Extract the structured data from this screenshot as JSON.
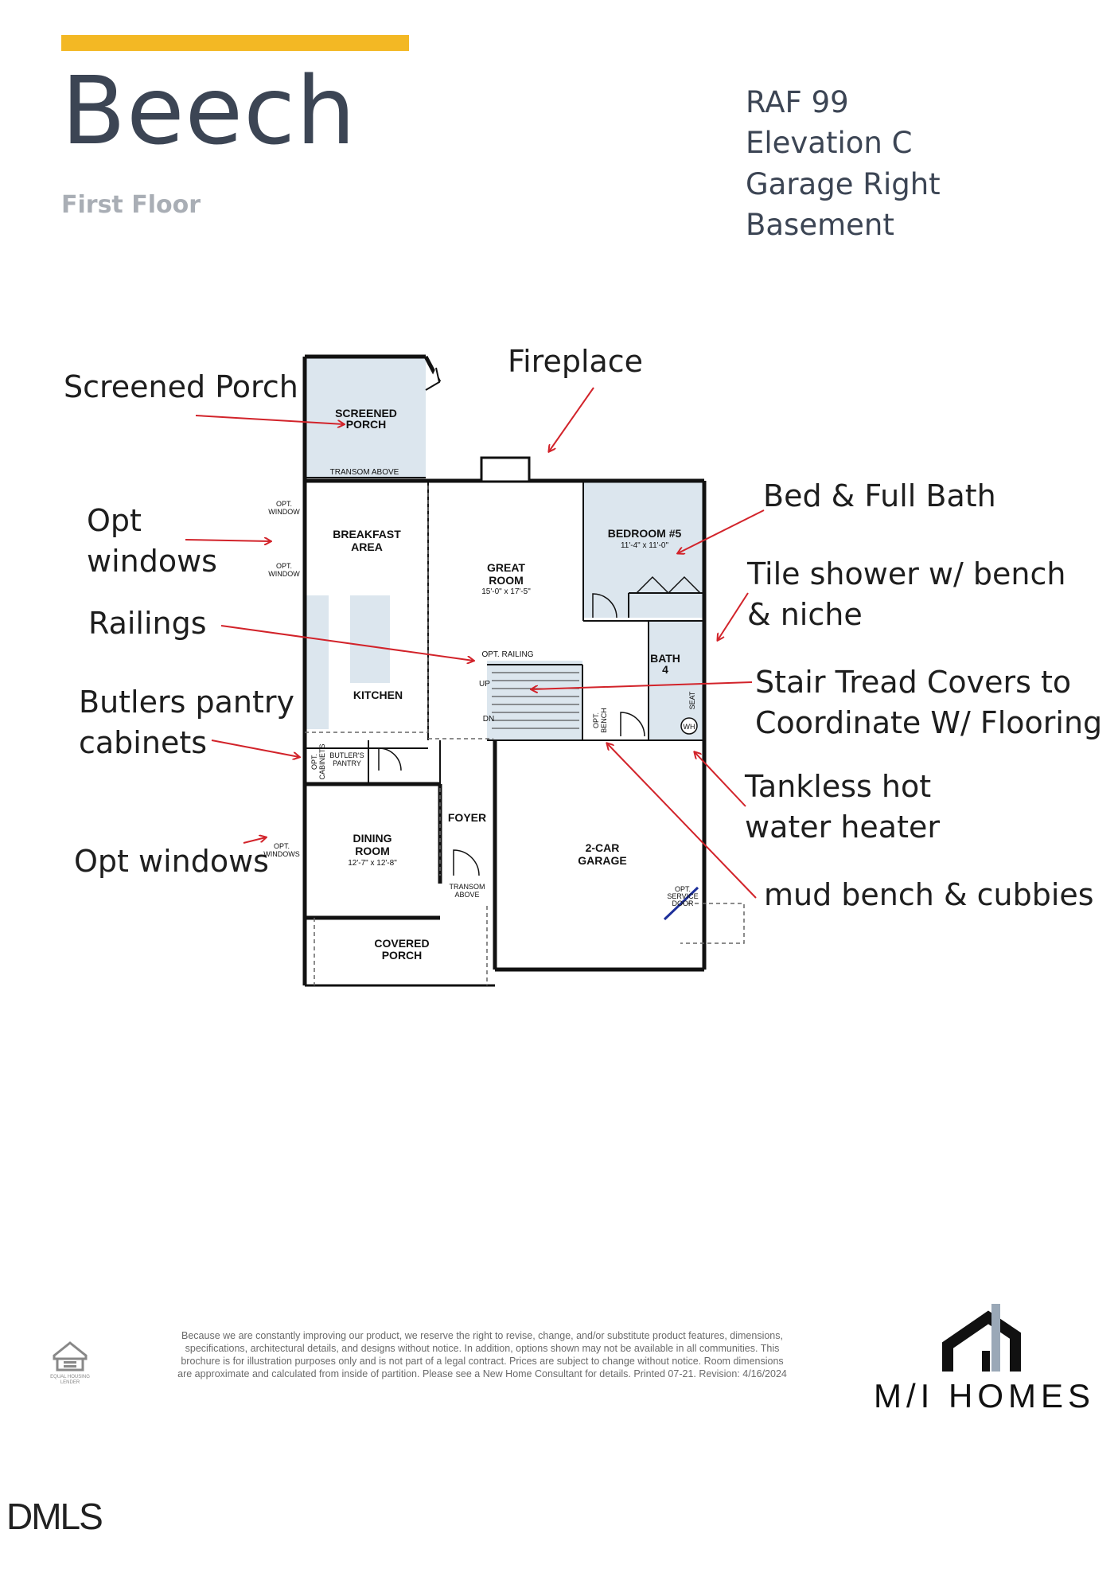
{
  "header": {
    "title": "Beech",
    "subtitle": "First Floor",
    "specs": [
      "RAF 99",
      "Elevation C",
      "Garage Right",
      "Basement"
    ],
    "accent_color": "#f3b824",
    "text_color": "#3c4554"
  },
  "annotations": {
    "screened_porch": "Screened Porch",
    "fireplace": "Fireplace",
    "bed_bath": "Bed & Full Bath",
    "opt_windows_1a": "Opt",
    "opt_windows_1b": "windows",
    "tile_shower_1": "Tile shower w/ bench",
    "tile_shower_2": "& niche",
    "railings": "Railings",
    "stair_1": "Stair Tread Covers to",
    "stair_2": "Coordinate W/ Flooring",
    "butlers_1": "Butlers pantry",
    "butlers_2": "cabinets",
    "tankless_1": "Tankless hot",
    "tankless_2": "water heater",
    "opt_windows_2": "Opt windows",
    "mud_bench": "mud bench & cubbies",
    "arrow_color": "#d2232a"
  },
  "plan": {
    "screened_porch": [
      "SCREENED",
      "PORCH"
    ],
    "transom_above": "TRANSOM ABOVE",
    "opt_window": [
      "OPT.",
      "WINDOW"
    ],
    "breakfast": [
      "BREAKFAST",
      "AREA"
    ],
    "great_room": [
      "GREAT",
      "ROOM",
      "15'-0\" x 17'-5\""
    ],
    "bedroom": [
      "BEDROOM #5",
      "11'-4\" x 11'-0\""
    ],
    "kitchen": "KITCHEN",
    "opt_railing": "OPT. RAILING",
    "up": "UP",
    "dn": "DN",
    "bath": [
      "BATH",
      "4"
    ],
    "seat": "SEAT",
    "wh": "WH",
    "opt_bench": [
      "OPT.",
      "BENCH"
    ],
    "opt_cabinets": [
      "OPT.",
      "CABINETS"
    ],
    "butlers_pantry": [
      "BUTLER'S",
      "PANTRY"
    ],
    "foyer": "FOYER",
    "opt_windows": [
      "OPT.",
      "WINDOWS"
    ],
    "dining": [
      "DINING",
      "ROOM",
      "12'-7\" x 12'-8\""
    ],
    "garage": [
      "2-CAR",
      "GARAGE"
    ],
    "opt_service_door": [
      "OPT.",
      "SERVICE",
      "DOOR"
    ],
    "transom_above_2": [
      "TRANSOM",
      "ABOVE"
    ],
    "covered_porch": [
      "COVERED",
      "PORCH"
    ],
    "fill_color": "#dce6ee"
  },
  "footer": {
    "disclaimer": "Because we are constantly improving our product, we reserve the right to revise, change, and/or substitute product features, dimensions, specifications, architectural details, and designs without notice. In addition, options shown may not be available in all communities. This brochure is for illustration purposes only and is not part of a legal contract. Prices are subject to change without notice. Room dimensions are approximate and calculated from inside of partition. Please see a New Home Consultant for details. Printed 07-21. Revision: 4/16/2024",
    "eho": [
      "EQUAL HOUSING",
      "LENDER"
    ],
    "logo": "M/I HOMES",
    "watermark": "DMLS"
  }
}
